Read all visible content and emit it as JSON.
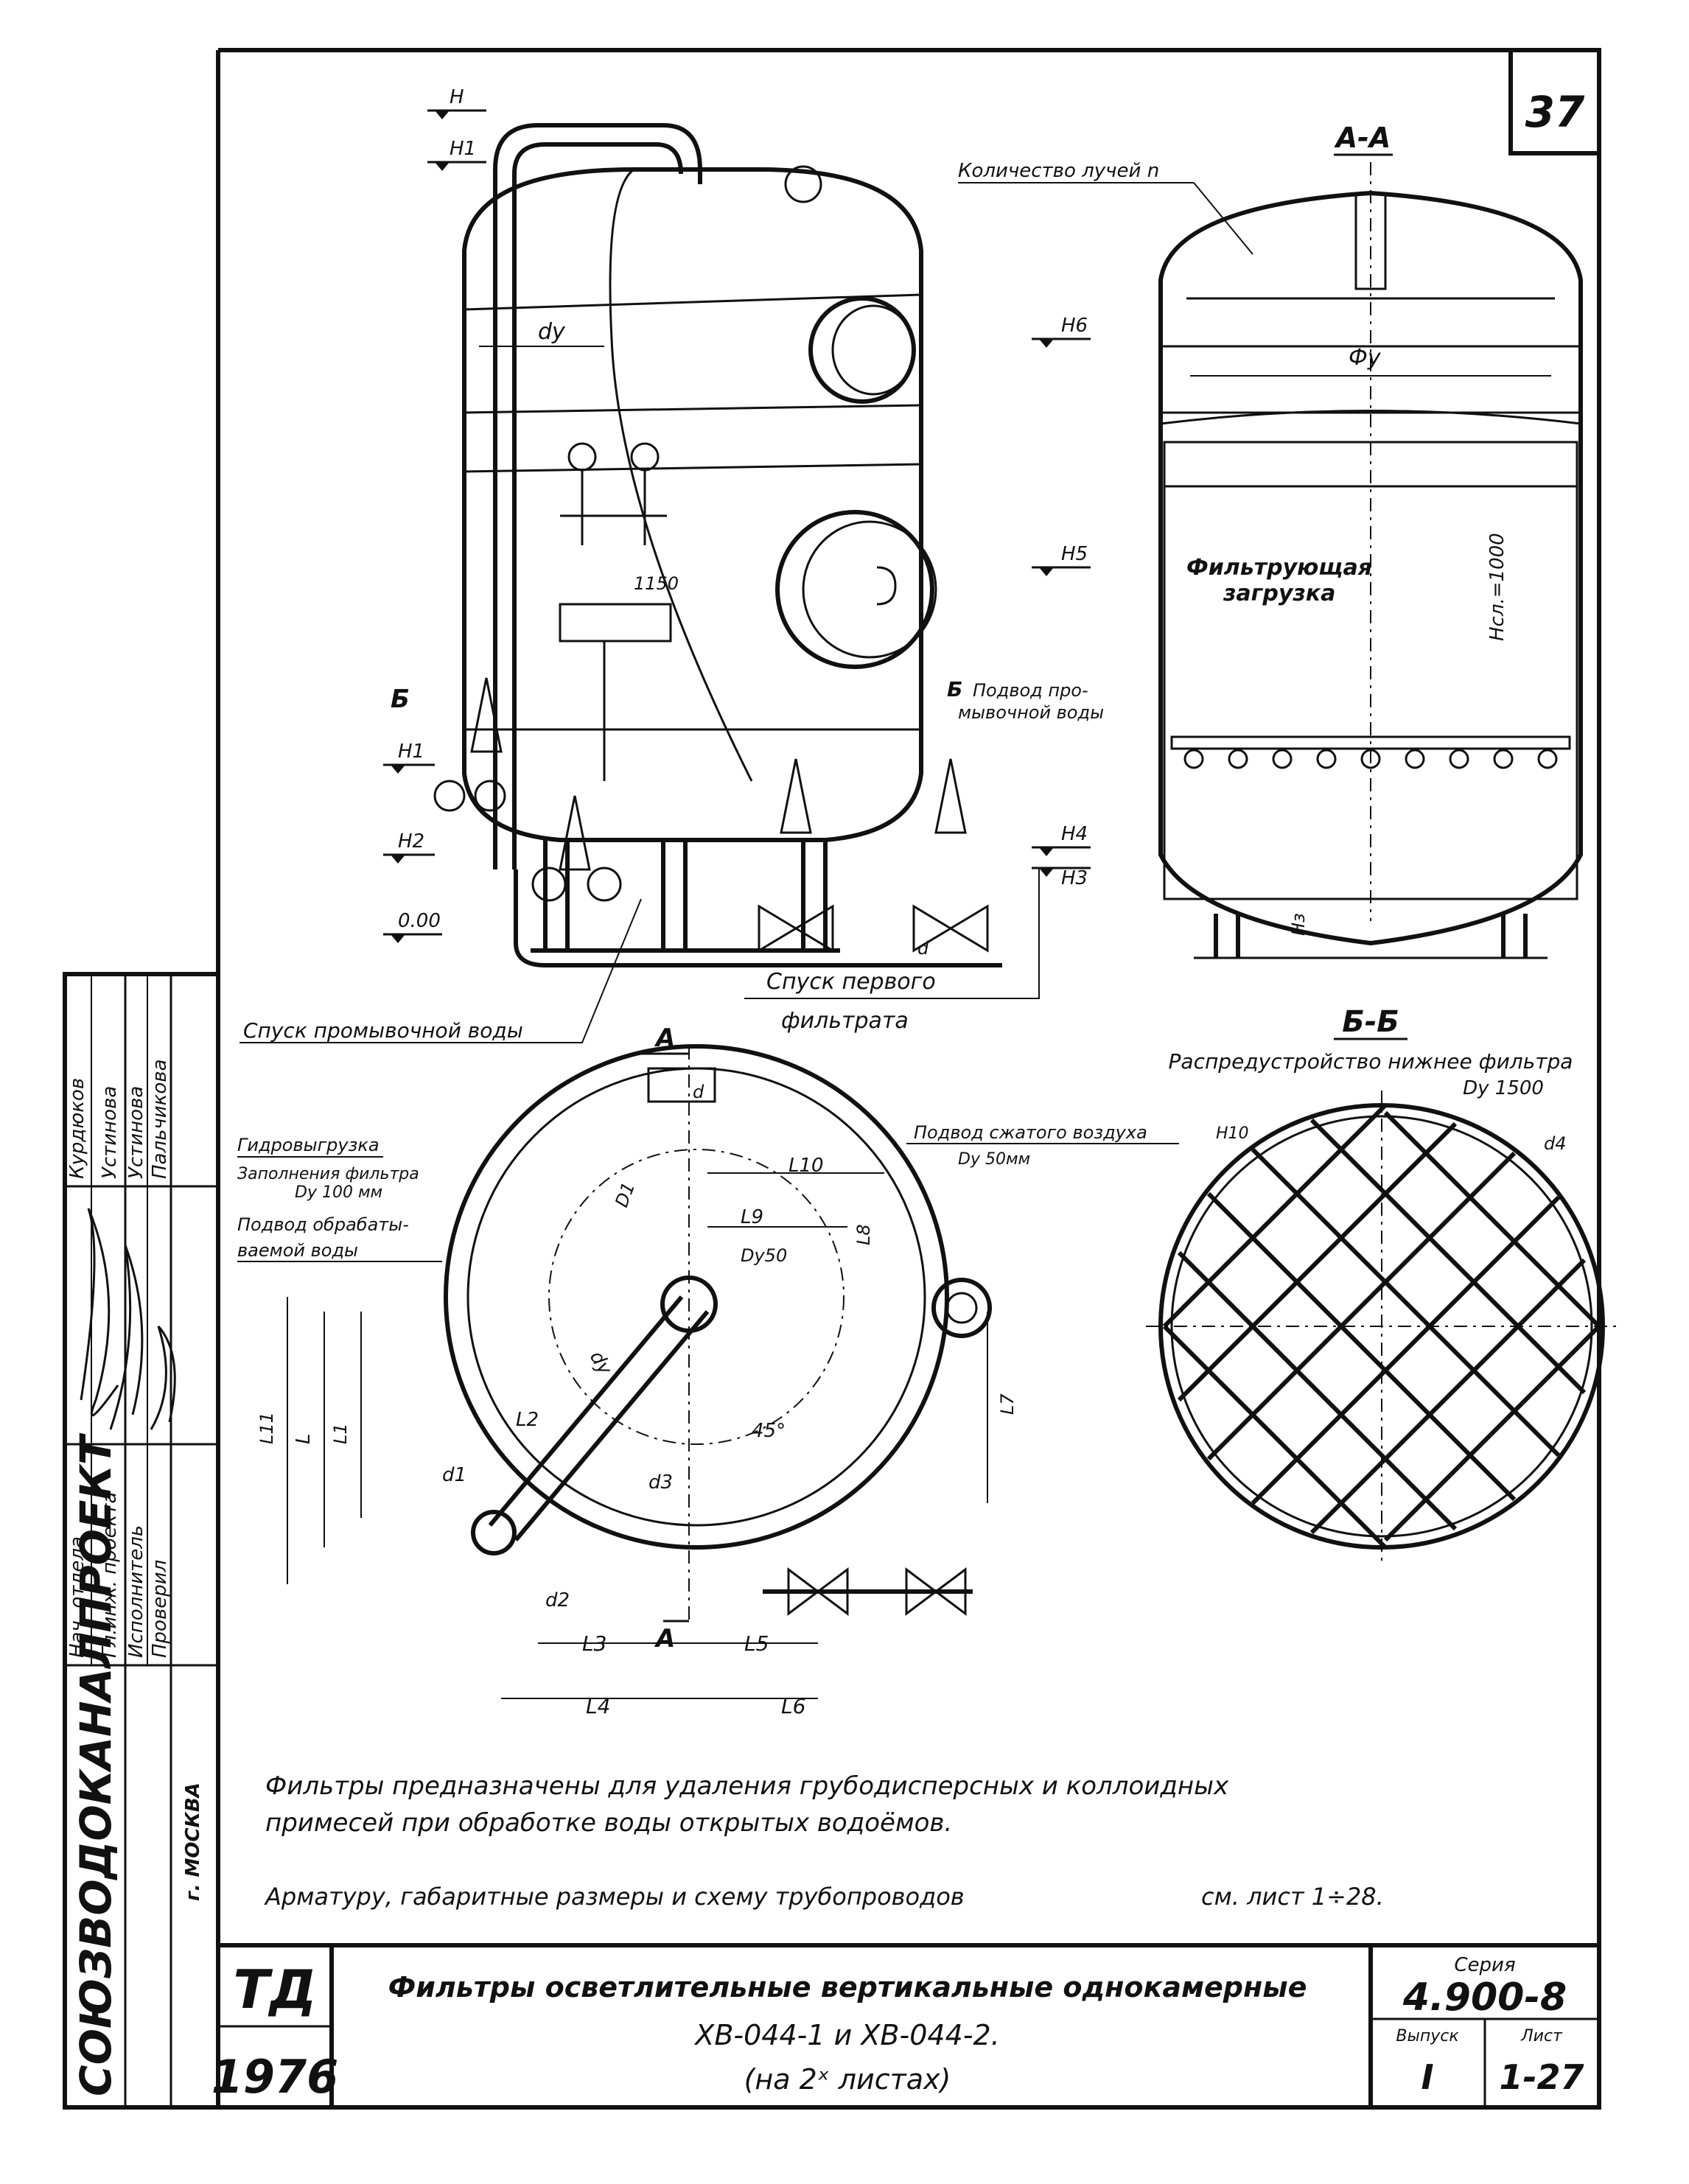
{
  "sheet_number": "37",
  "section_aa": {
    "title": "А-А",
    "rays_label": "Количество лучей n",
    "diameter_label": "Фу",
    "media_label_1": "Фильтрующая",
    "media_label_2": "загрузка",
    "media_height": "Нсл.=1000",
    "leg_height": "Нз"
  },
  "elevation": {
    "levels": [
      "Н",
      "Н1",
      "Н1",
      "Н2",
      "0.00",
      "Н6",
      "Н5",
      "Н4",
      "Н3"
    ],
    "nozzle_label": "dy",
    "inner_mark": "1150",
    "section_mark": "Б",
    "flush_supply_1": "Подвод про-",
    "flush_supply_2": "мывочной воды",
    "first_filtrate_1": "Спуск первого",
    "first_filtrate_2": "фильтрата",
    "flush_drain": "Спуск промывочной воды",
    "dim_d": "d"
  },
  "plan": {
    "cut_mark": "А",
    "hydro_unload": "Гидровыгрузка",
    "fill_1": "Заполнения фильтра",
    "fill_2": "Dу 100 мм",
    "treated_1": "Подвод обрабаты-",
    "treated_2": "ваемой воды",
    "air_1": "Подвод сжатого воздуха",
    "air_2": "Dу 50мм",
    "dims": [
      "d",
      "L10",
      "L9",
      "L8",
      "Dу50",
      "D1",
      "dy",
      "L2",
      "L1",
      "L",
      "L11",
      "L7",
      "45°",
      "d1",
      "d2",
      "d3",
      "L3",
      "L4",
      "L5",
      "L6"
    ]
  },
  "section_bb": {
    "title": "Б-Б",
    "subtitle": "Распредустройство нижнее фильтра",
    "size": "Dу 1500",
    "dim_a": "d4",
    "dim_b": "Н10"
  },
  "notes": {
    "line1": "Фильтры предназначены для удаления грубодисперсных и коллоидных",
    "line2": "примесей при обработке воды открытых водоёмов.",
    "line3": "Арматуру, габаритные размеры и схему трубопроводов",
    "line3_ref": "см. лист 1÷28."
  },
  "title_block": {
    "org": "СОЮЗВОДОКАНАЛПРОЕКТ",
    "city": "г. МОСКВА",
    "td": "ТД",
    "year": "1976",
    "title1": "Фильтры осветлительные вертикальные однокамерные",
    "title2": "ХВ-044-1  и  ХВ-044-2.",
    "title3": "(на  2ˣ  листах)",
    "series_label": "Серия",
    "series_value": "4.900-8",
    "issue_label": "Выпуск",
    "issue_value": "I",
    "sheet_label": "Лист",
    "sheet_value": "1-27"
  },
  "signatures": {
    "roles": [
      "Нач. отдела",
      "Гл.инж. проекта",
      "Исполнитель",
      "Проверил"
    ],
    "names": [
      "Курдюков",
      "Устинова",
      "Устинова",
      "Пальчикова"
    ]
  }
}
